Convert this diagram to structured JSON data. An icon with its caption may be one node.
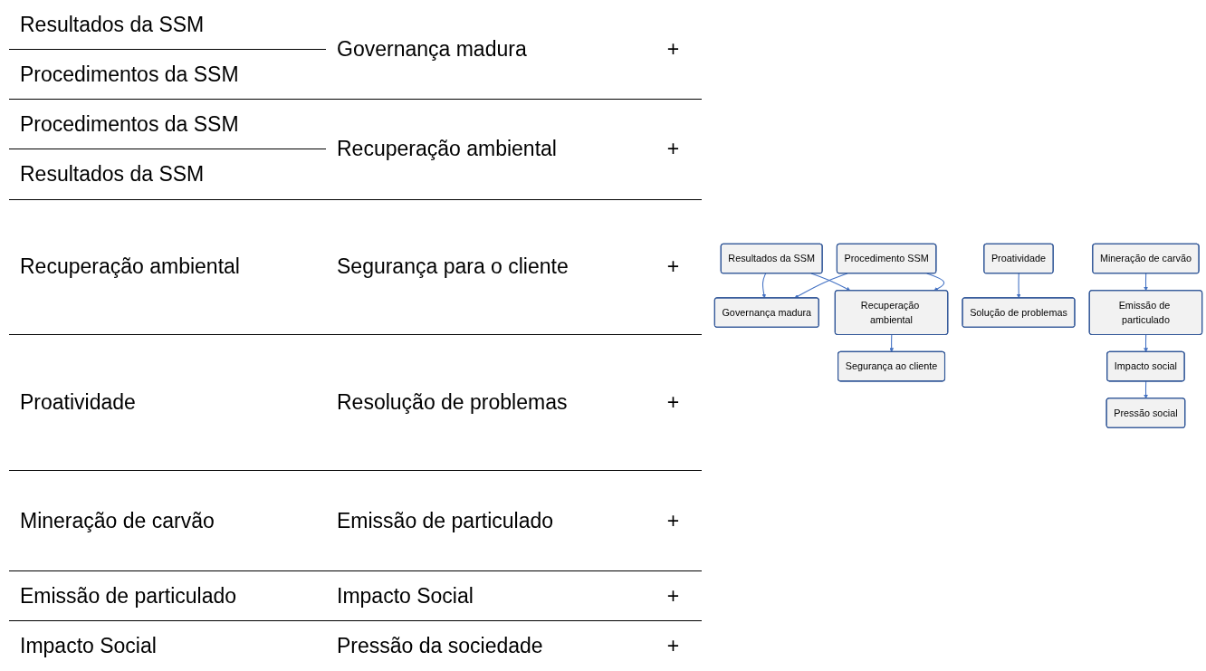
{
  "diagram": {
    "nodes": [
      {
        "text": [
          "Resultados da SSM"
        ]
      },
      {
        "text": [
          "Governança madura"
        ]
      },
      {
        "text": [
          "Procedimento SSM"
        ]
      },
      {
        "text": [
          "Recuperação ambiental"
        ]
      },
      {
        "text": [
          "Segurança ao cliente"
        ]
      },
      {
        "text": [
          "Proatividade"
        ]
      },
      {
        "text": [
          "Solução de problemas"
        ]
      },
      {
        "text": [
          "Mineração de carvão"
        ]
      },
      {
        "text": [
          "Emissão de particulado"
        ]
      },
      {
        "text": [
          "Impacto social"
        ]
      },
      {
        "text": [
          "Pressão social"
        ]
      }
    ],
    "edges": [
      {
        "from": 0,
        "to": 1,
        "arrow": "to"
      },
      {
        "from": 2,
        "to": 1,
        "arrow": "to"
      },
      {
        "from": 0,
        "to": 3,
        "arrow": "to"
      },
      {
        "from": 2,
        "to": 3,
        "arrow": "to"
      },
      {
        "from": 3,
        "to": 4,
        "arrow": "to"
      },
      {
        "from": 5,
        "to": 6,
        "arrow": "to"
      },
      {
        "from": 7,
        "to": 8,
        "arrow": "to"
      },
      {
        "from": 8,
        "to": 9,
        "arrow": "to"
      },
      {
        "from": 9,
        "to": 10,
        "arrow": "to"
      }
    ],
    "labels": [
      "Resultados da SSM",
      "Governança madura",
      "+",
      "Procedimentos da SSM",
      "Procedimentos da SSM",
      "Recuperação ambiental",
      "+",
      "Resultados da SSM",
      "Recuperação ambiental",
      "Segurança para o cliente",
      "+",
      "Proatividade",
      "Resolução de problemas",
      "+",
      "Mineração de carvão",
      "Emissão de particulado",
      "+",
      "Emissão de particulado",
      "Impacto Social",
      "+",
      "Impacto Social",
      "Pressão da sociedade",
      "+"
    ]
  }
}
